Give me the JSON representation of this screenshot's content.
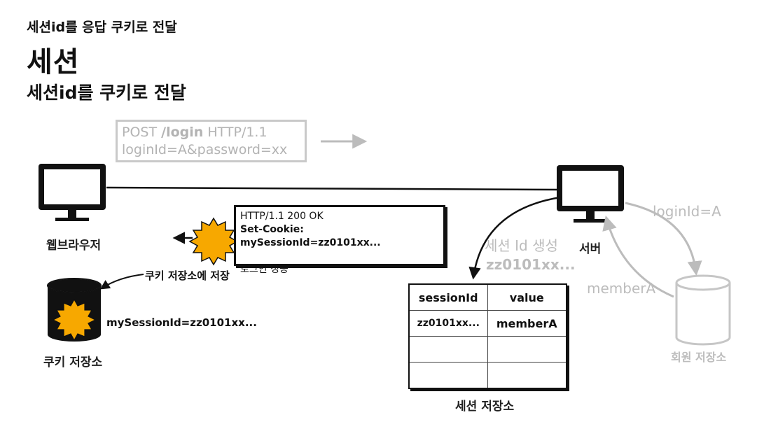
{
  "header": {
    "topic": "세션id를 응답 쿠키로 전달",
    "title": "세션",
    "subtitle": "세션id를 쿠키로 전달"
  },
  "request": {
    "line1_method": "POST ",
    "line1_path": "/login",
    "line1_version": " HTTP/1.1",
    "line2": "loginId=A&password=xx"
  },
  "response": {
    "status_line": "HTTP/1.1 200 OK",
    "set_cookie": "Set-Cookie: mySessionId=zz0101xx...",
    "body": "로그인 성공"
  },
  "nodes": {
    "browser_label": "웹브라우저",
    "server_label": "서버",
    "cookie_store_label": "쿠키 저장소",
    "member_store_label": "회원 저장소",
    "session_store_label": "세션 저장소"
  },
  "annotations": {
    "save_cookie": "쿠키 저장소에 저장",
    "cookie_value": "mySessionId=zz0101xx...",
    "session_create_line1": "세션 Id 생성",
    "session_create_line2": "zz0101xx...",
    "login_id": "loginId=A",
    "member_a": "memberA"
  },
  "session_table": {
    "headers": [
      "sessionId",
      "value"
    ],
    "rows": [
      [
        "zz0101xx...",
        "memberA"
      ],
      [
        "",
        ""
      ],
      [
        "",
        ""
      ]
    ]
  },
  "colors": {
    "ink": "#111111",
    "faded": "#bcbcbc",
    "cookie_fill": "#f7a800"
  }
}
